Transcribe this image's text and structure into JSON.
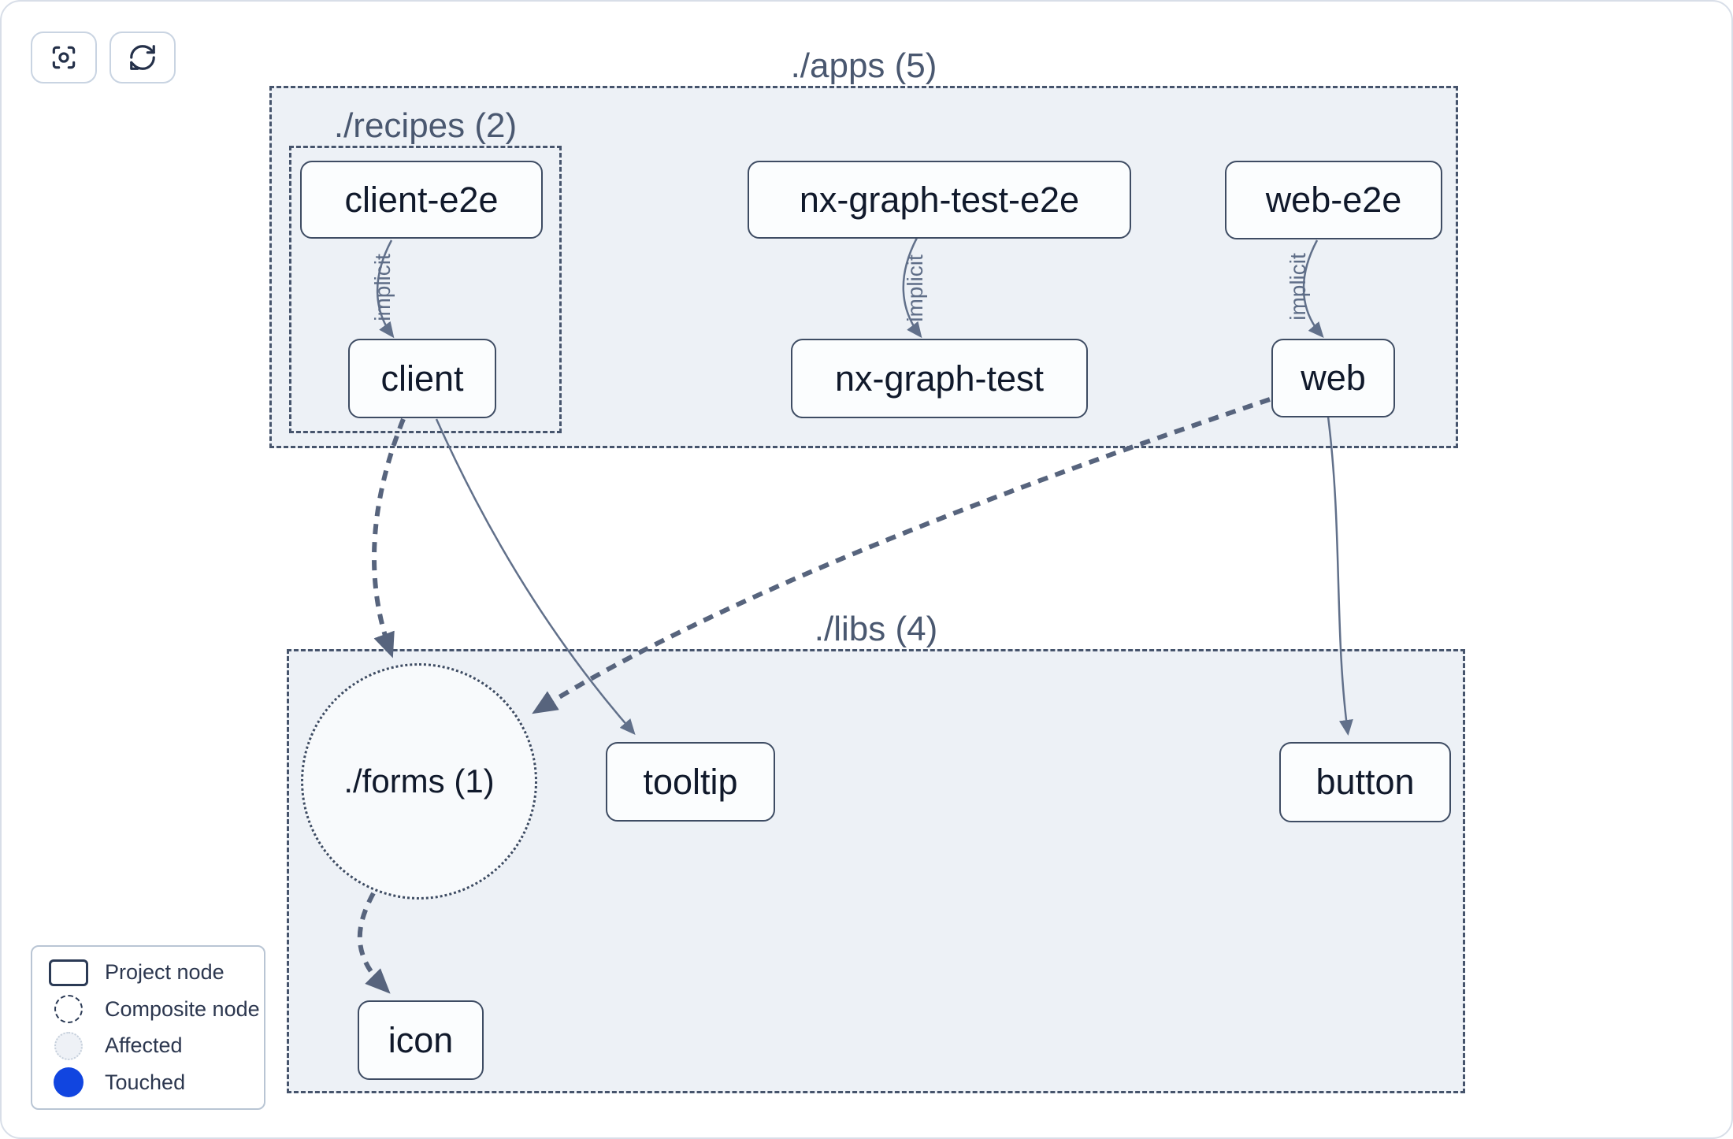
{
  "toolbar": {
    "focus_button": {
      "icon": "focus-icon"
    },
    "refresh_button": {
      "icon": "refresh-icon"
    }
  },
  "graph": {
    "groups": {
      "apps": {
        "label": "./apps (5)"
      },
      "recipes": {
        "label": "./recipes (2)"
      },
      "libs": {
        "label": "./libs (4)"
      }
    },
    "nodes": {
      "client_e2e": {
        "label": "client-e2e",
        "type": "project"
      },
      "nx_graph_test_e2e": {
        "label": "nx-graph-test-e2e",
        "type": "project"
      },
      "web_e2e": {
        "label": "web-e2e",
        "type": "project"
      },
      "client": {
        "label": "client",
        "type": "project"
      },
      "nx_graph_test": {
        "label": "nx-graph-test",
        "type": "project"
      },
      "web": {
        "label": "web",
        "type": "project"
      },
      "forms": {
        "label": "./forms (1)",
        "type": "composite"
      },
      "tooltip": {
        "label": "tooltip",
        "type": "project"
      },
      "button": {
        "label": "button",
        "type": "project"
      },
      "icon": {
        "label": "icon",
        "type": "project"
      }
    },
    "edges": [
      {
        "from": "client-e2e",
        "to": "client",
        "style": "implicit",
        "label": "implicit"
      },
      {
        "from": "nx-graph-test-e2e",
        "to": "nx-graph-test",
        "style": "implicit",
        "label": "implicit"
      },
      {
        "from": "web-e2e",
        "to": "web",
        "style": "implicit",
        "label": "implicit"
      },
      {
        "from": "client",
        "to": "./forms",
        "style": "dashed"
      },
      {
        "from": "client",
        "to": "tooltip",
        "style": "direct"
      },
      {
        "from": "web",
        "to": "./forms",
        "style": "dashed"
      },
      {
        "from": "web",
        "to": "button",
        "style": "direct"
      },
      {
        "from": "./forms",
        "to": "icon",
        "style": "dashed"
      }
    ]
  },
  "legend": {
    "items": [
      {
        "label": "Project node",
        "swatch": "project-rect"
      },
      {
        "label": "Composite node",
        "swatch": "composite-circle"
      },
      {
        "label": "Affected",
        "swatch": "affected-circle"
      },
      {
        "label": "Touched",
        "swatch": "touched-circle"
      }
    ]
  },
  "colors": {
    "touched": "#1145e0",
    "group_fill": "#edf1f6",
    "edge_thick": "#57647d",
    "edge_thin": "#61708a",
    "dashed_border": "#46546c"
  }
}
